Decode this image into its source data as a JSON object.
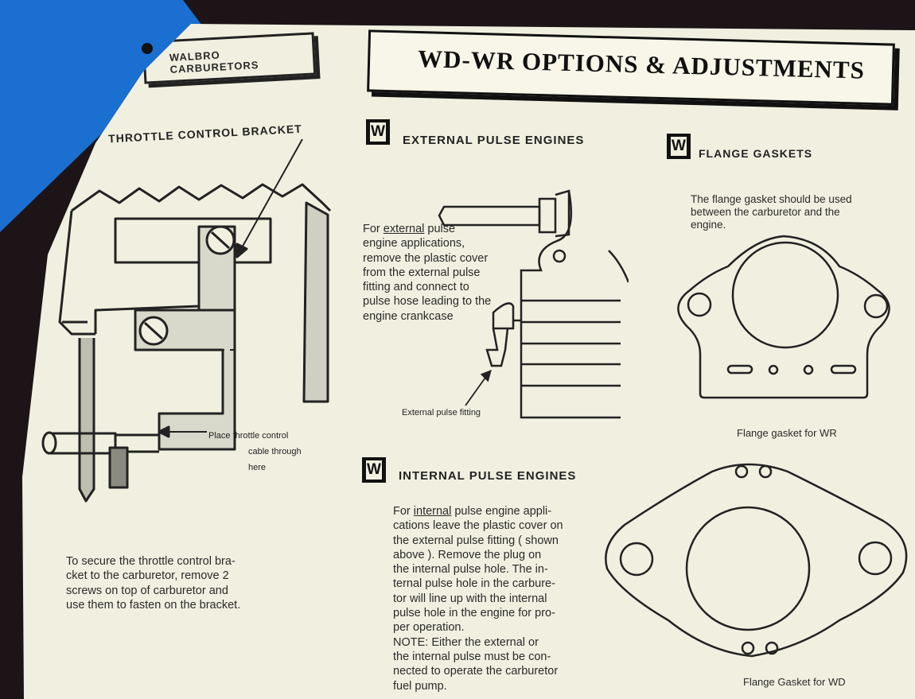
{
  "header": {
    "brand_tab": "WALBRO CARBURETORS",
    "title": "WD-WR  OPTIONS & ADJUSTMENTS",
    "section_icon": "W"
  },
  "throttle": {
    "title": "THROTTLE CONTROL BRACKET",
    "callout": [
      "Place throttle control",
      "cable through",
      "here"
    ],
    "instructions": [
      "To secure the throttle control bra-",
      "cket to the carburetor, remove 2",
      "screws on top of carburetor  and",
      "use them to fasten on the bracket."
    ]
  },
  "external": {
    "title": "EXTERNAL PULSE ENGINES",
    "text_prefix": "For ",
    "text_emph": "external",
    "text_suffix": " pulse",
    "lines": [
      "engine applications,",
      "remove the plastic cover",
      "from the external pulse",
      "fitting and connect to",
      "pulse hose leading to the",
      "engine crankcase"
    ],
    "fitting_label": "External pulse fitting"
  },
  "internal": {
    "title": "INTERNAL PULSE ENGINES",
    "text_prefix": "For ",
    "text_emph": "internal",
    "text_suffix": " pulse engine  appli-",
    "lines": [
      "cations leave the plastic cover on",
      "the external pulse fitting ( shown",
      "above ). Remove the plug on",
      "the internal pulse hole. The in-",
      "ternal pulse hole in the carbure-",
      "tor will line up with the internal",
      "pulse hole in the engine for pro-",
      "per operation.",
      "NOTE:  Either the external or",
      "the internal pulse must be con-",
      "nected to operate the carburetor",
      "fuel pump."
    ]
  },
  "flange": {
    "title": "FLANGE GASKETS",
    "lines": [
      "The flange gasket should be used",
      "between the carburetor and the",
      "engine."
    ],
    "caption_wr": "Flange gasket for WR",
    "caption_wd": "Flange Gasket for WD"
  }
}
